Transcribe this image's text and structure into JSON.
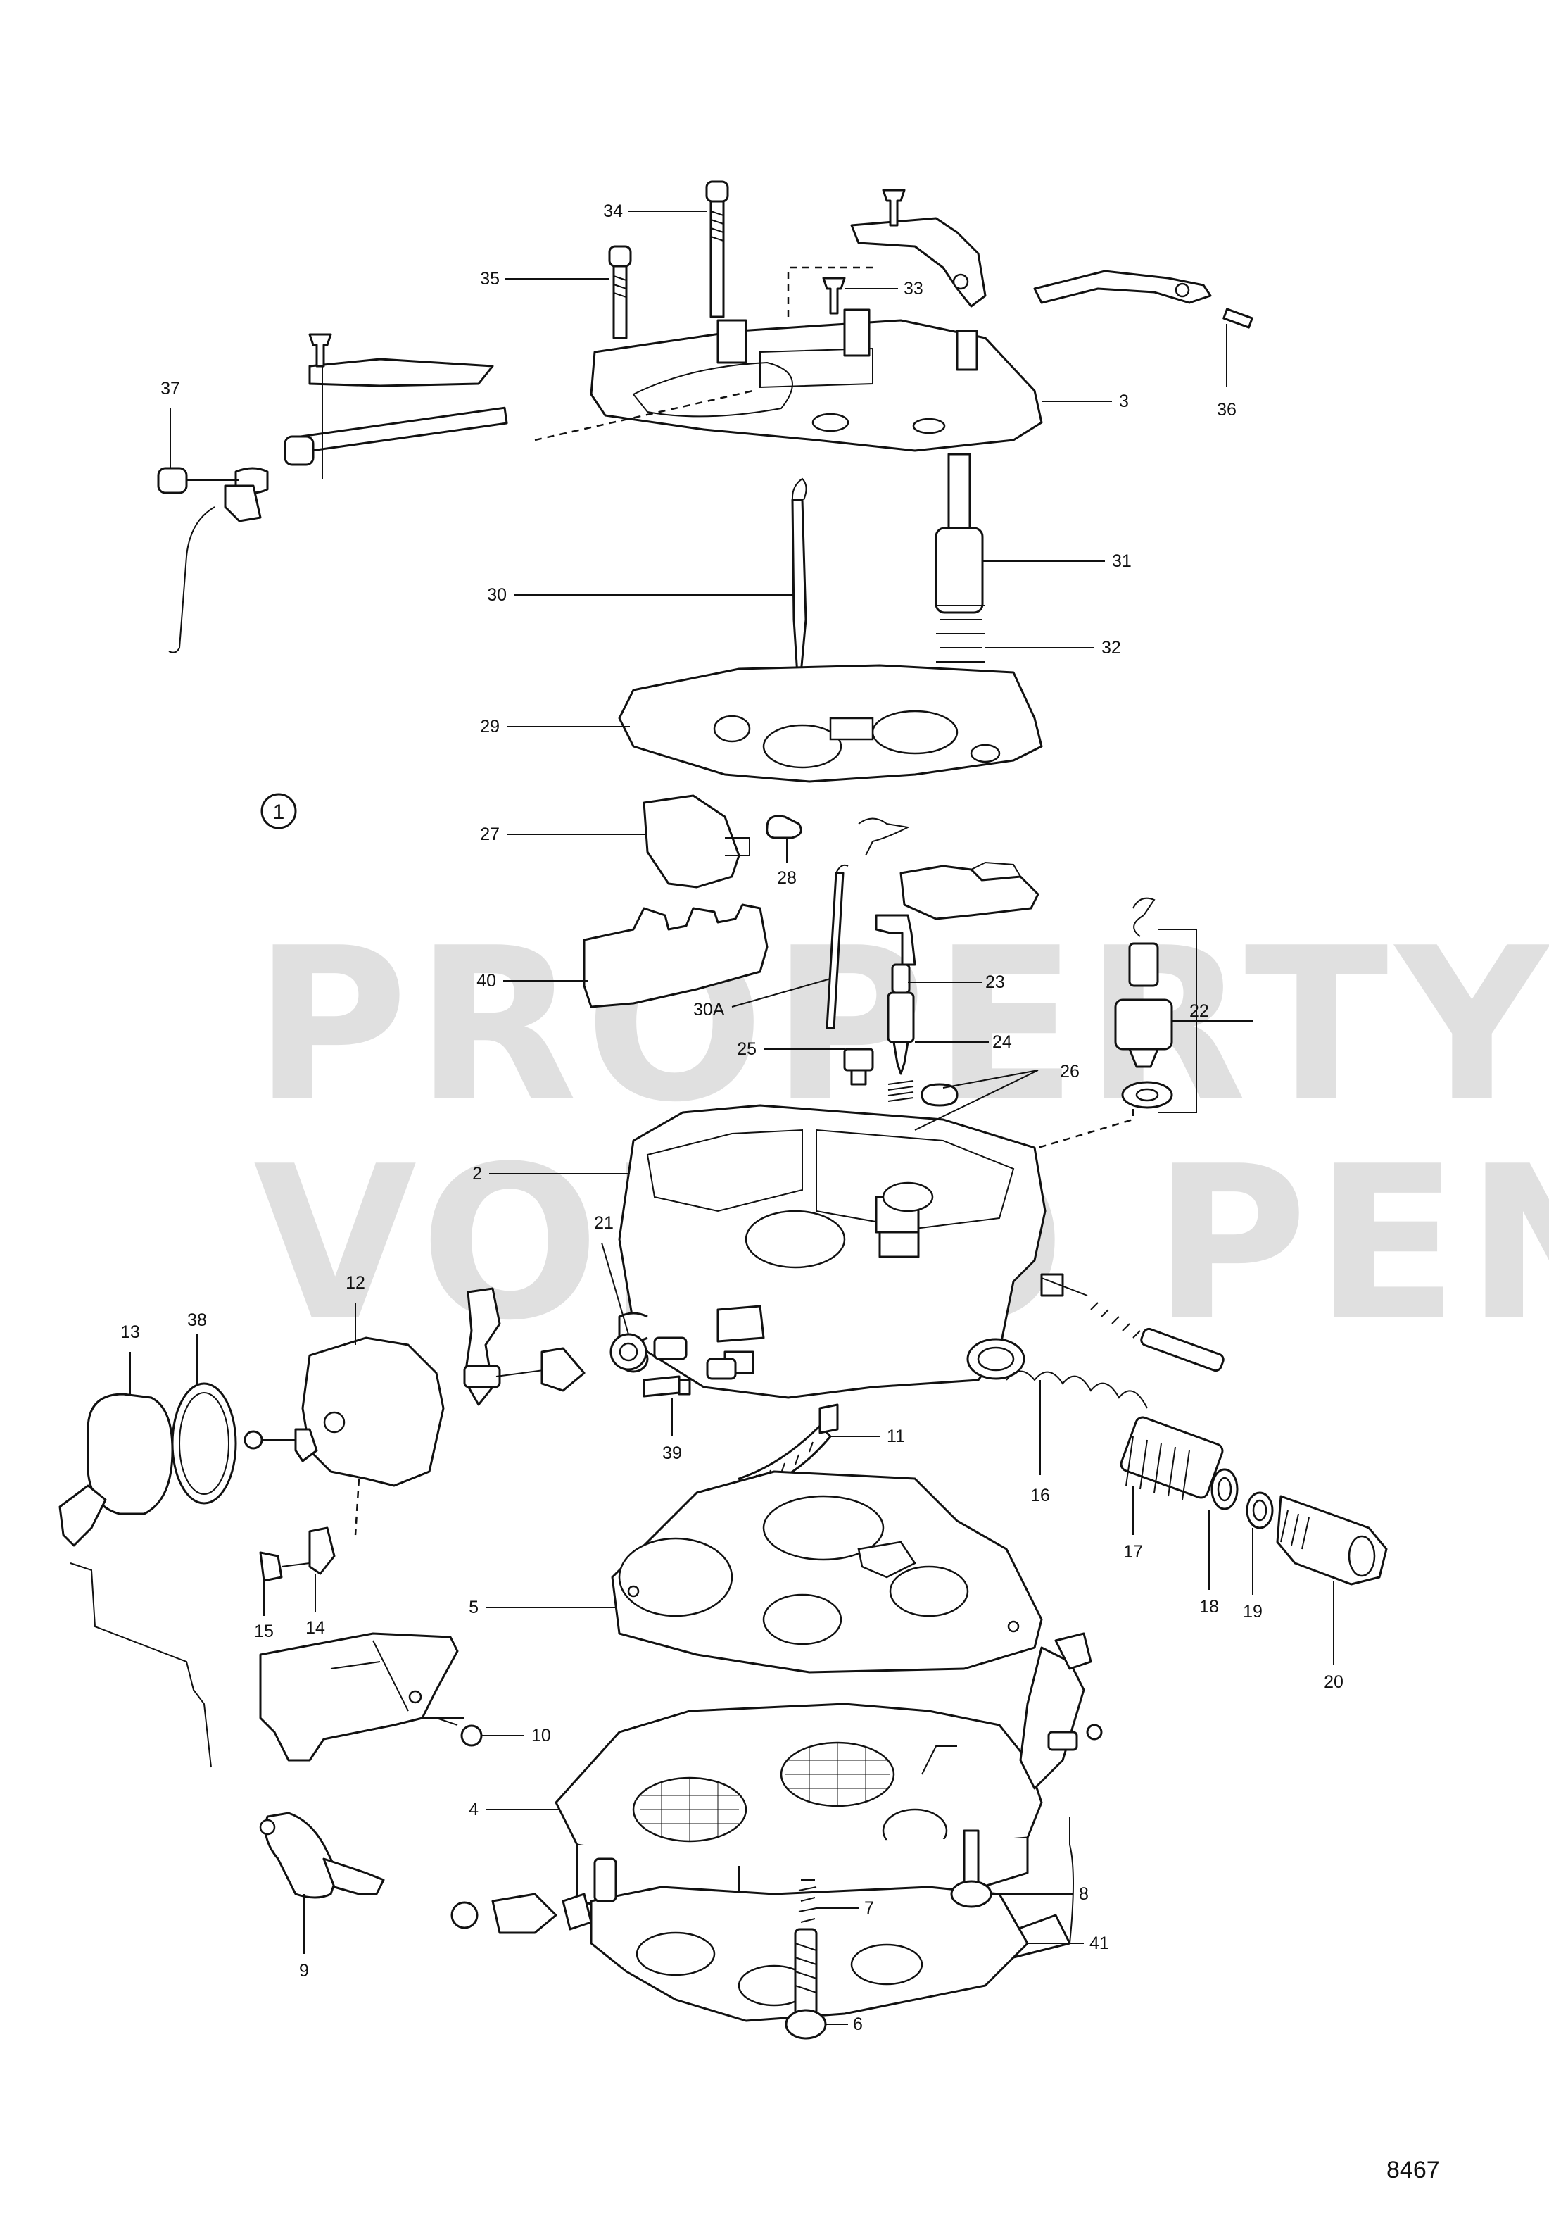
{
  "figure_ref": "1",
  "drawing_number": "8467",
  "watermark": {
    "line1": "PROPERTY OF",
    "line2": "VOLVO PENTA"
  },
  "callouts": [
    "34",
    "35",
    "33",
    "37",
    "3",
    "36",
    "30",
    "31",
    "32",
    "29",
    "27",
    "28",
    "23",
    "40",
    "30A",
    "22",
    "25",
    "24",
    "26",
    "2",
    "21",
    "12",
    "13",
    "38",
    "39",
    "11",
    "16",
    "17",
    "18",
    "19",
    "20",
    "5",
    "15",
    "14",
    "10",
    "4",
    "9",
    "7",
    "41",
    "6",
    "8"
  ]
}
